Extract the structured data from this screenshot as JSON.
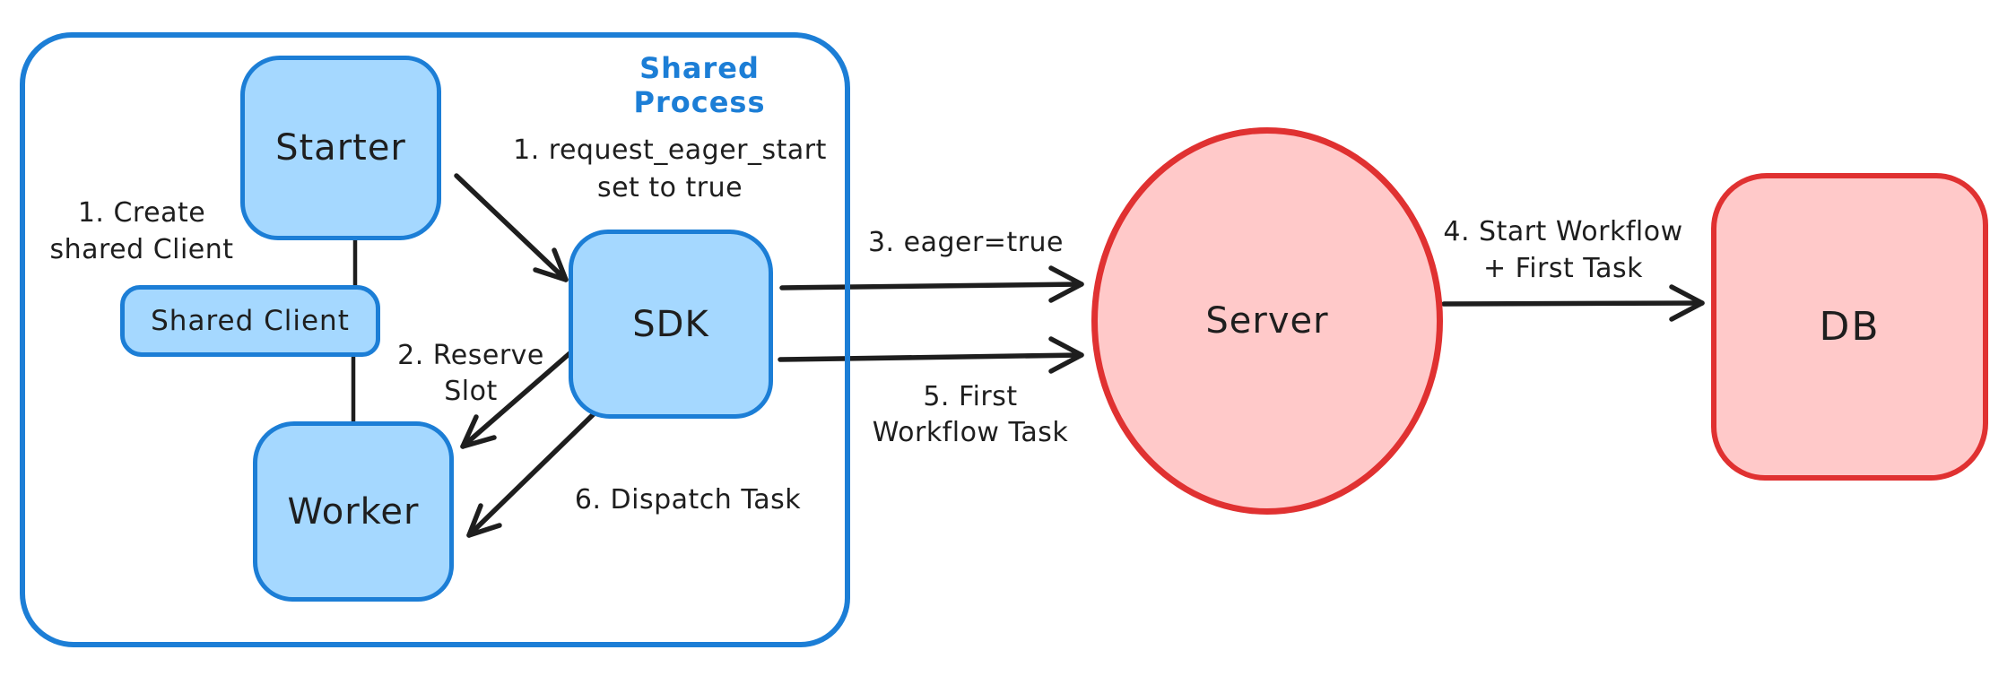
{
  "colors": {
    "blue_stroke": "#1c7ed6",
    "blue_fill": "#a5d8ff",
    "red_stroke": "#e03131",
    "red_fill": "#ffc9c9",
    "ink": "#1e1e1e",
    "background": "#ffffff"
  },
  "diagram": {
    "container": {
      "label": "Shared Process"
    },
    "nodes": {
      "starter": {
        "label": "Starter"
      },
      "shared_client": {
        "label": "Shared Client"
      },
      "worker": {
        "label": "Worker"
      },
      "sdk": {
        "label": "SDK"
      },
      "server": {
        "label": "Server"
      },
      "db": {
        "label": "DB"
      }
    },
    "annotations": {
      "create_shared_client": {
        "line1": "1. Create",
        "line2": "shared Client"
      },
      "request_eager_start": {
        "line1": "1. request_eager_start",
        "line2": "set to true"
      },
      "reserve_slot": {
        "line1": "2. Reserve",
        "line2": "Slot"
      },
      "dispatch_task": {
        "line1": "6. Dispatch Task"
      },
      "eager_true": {
        "line1": "3. eager=true"
      },
      "first_workflow_task": {
        "line1": "5. First",
        "line2": "Workflow Task"
      },
      "start_workflow": {
        "line1": "4. Start Workflow",
        "line2": "+ First Task"
      }
    }
  }
}
